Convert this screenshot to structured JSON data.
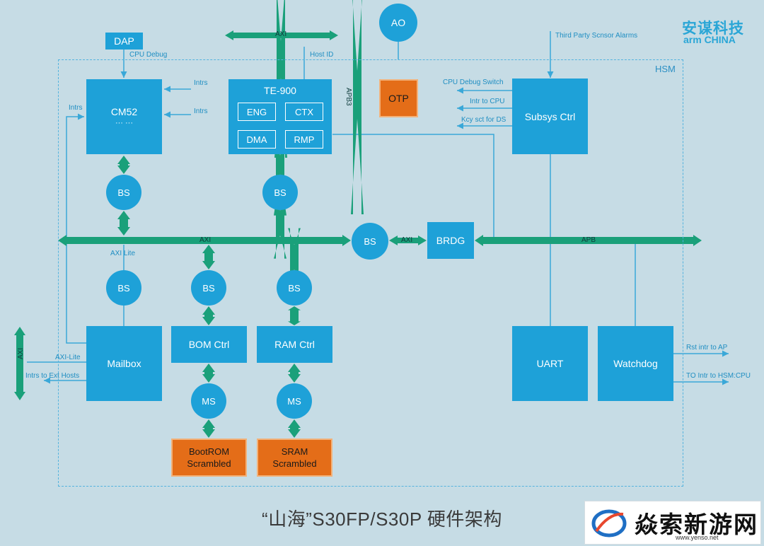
{
  "logo": {
    "chinese": "安谋科技",
    "english": "arm CHINA"
  },
  "hsm_label": "HSM",
  "caption": "“山海”S30FP/S30P 硬件架构",
  "watermark": {
    "text": "焱索新游网",
    "url": "www.yenso.net"
  },
  "blocks": {
    "dap": "DAP",
    "cm52": "CM52",
    "cm52_dots": "··· ···",
    "te900": "TE-900",
    "eng": "ENG",
    "ctx": "CTX",
    "dma": "DMA",
    "rmp": "RMP",
    "otp": "OTP",
    "ao": "AO",
    "subsys": "Subsys Ctrl",
    "brdg": "BRDG",
    "mailbox": "Mailbox",
    "bom": "BOM Ctrl",
    "ram": "RAM Ctrl",
    "uart": "UART",
    "watchdog": "Watchdog",
    "bootrom": [
      "BootROM",
      "Scrambled"
    ],
    "sram": [
      "SRAM",
      "Scrambled"
    ],
    "bs": "BS",
    "ms": "MS"
  },
  "labels": {
    "axi_top": "AXI",
    "apb3": "APB3",
    "axi_main": "AXI",
    "axi_mid": "AXI",
    "apb": "APB",
    "axi_left": "AXI",
    "cpu_debug": "CPU Debug",
    "host_id": "Host ID",
    "intrs_a": "Intrs",
    "intrs_b": "Intrs",
    "intrs_c": "Intrs",
    "third_party": "Third Party Scnsor Alarms",
    "cpu_debug_switch": "CPU Debug Switch",
    "intr_to_cpu": "Intr to CPU",
    "key_sct": "Kcy sct for DS",
    "axi_lite": "AXI Lite",
    "axi_lite2": "AXI-Lite",
    "intrs_ext": "Intrs to Ext Hosts",
    "rst_intr": "Rst intr to AP",
    "to_intr": "TO Intr to HSM:CPU"
  },
  "colors": {
    "block": "#1ea1d8",
    "bus": "#1aa07a",
    "orange": "#e46d18",
    "background": "#c6dce5",
    "label": "#1f8ec2"
  }
}
